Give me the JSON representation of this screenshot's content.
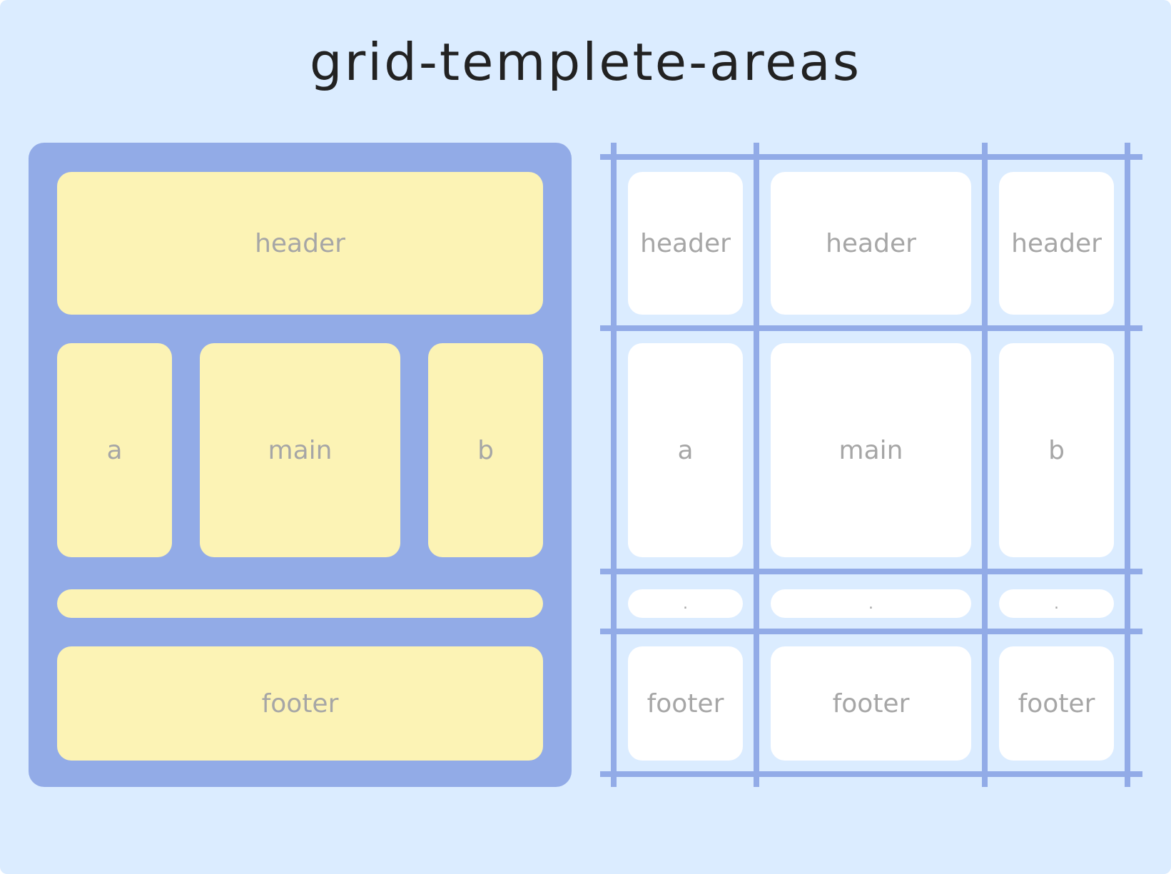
{
  "title": "grid-templete-areas",
  "colors": {
    "background": "#dbecff",
    "grid_blue": "#92abe7",
    "area_yellow": "#fcf3b5",
    "cell_white": "#ffffff",
    "label_gray": "#a6a6a6"
  },
  "left": {
    "header": "header",
    "a": "a",
    "main": "main",
    "b": "b",
    "empty_row": "",
    "footer": "footer"
  },
  "right": {
    "rows": [
      [
        "header",
        "header",
        "header"
      ],
      [
        "a",
        "main",
        "b"
      ],
      [
        ".",
        ".",
        "."
      ],
      [
        "footer",
        "footer",
        "footer"
      ]
    ]
  }
}
